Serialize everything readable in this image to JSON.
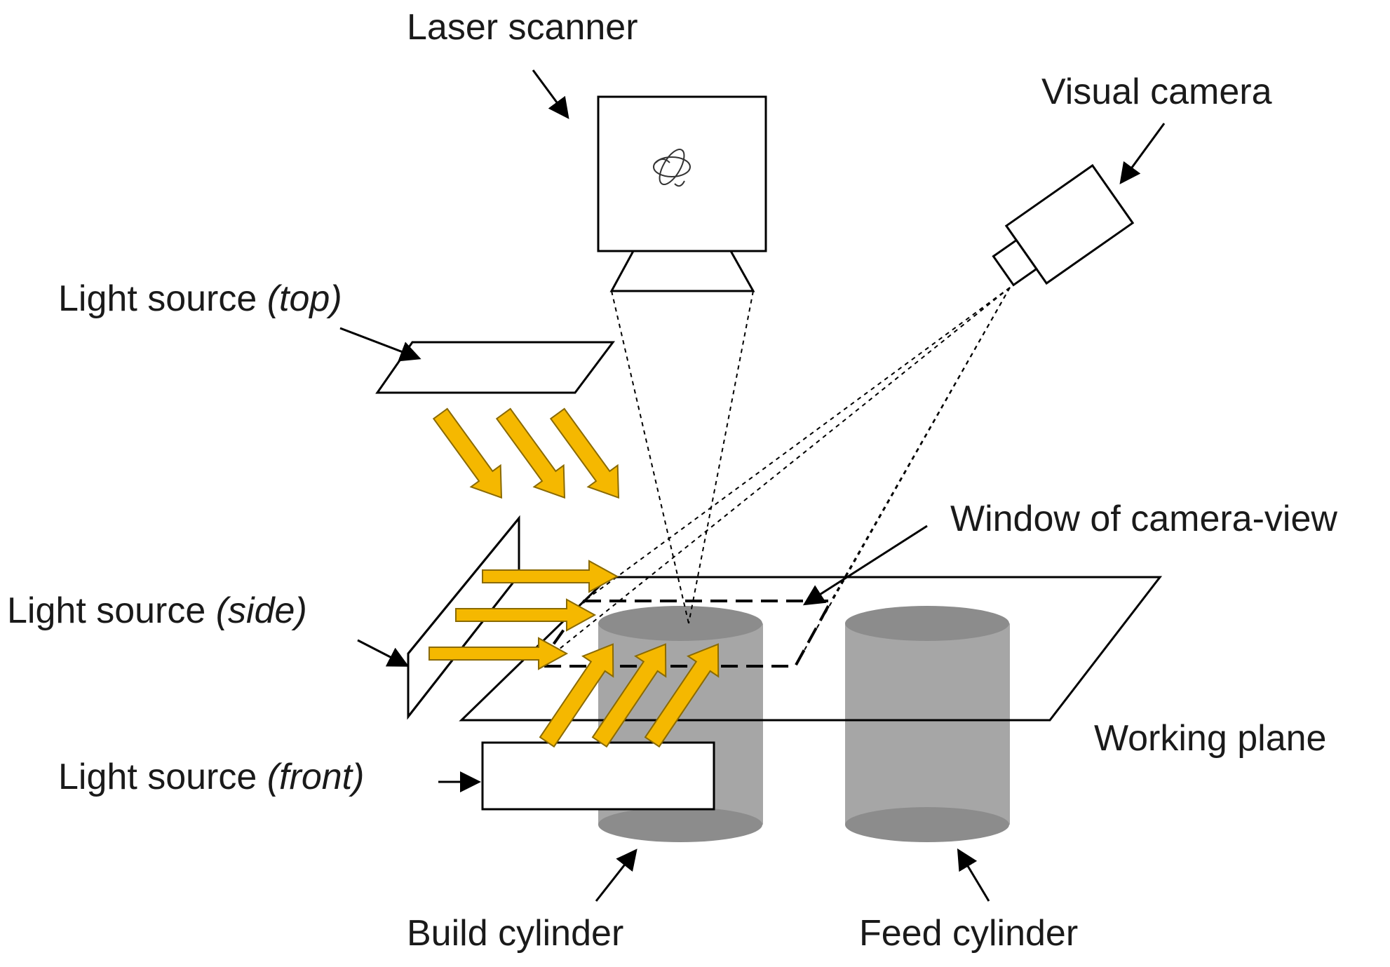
{
  "labels": {
    "laser_scanner": "Laser scanner",
    "visual_camera": "Visual camera",
    "light_source_top": "Light source ",
    "light_source_top_qualifier": "(top)",
    "light_source_side": "Light source ",
    "light_source_side_qualifier": "(side)",
    "light_source_front": "Light source ",
    "light_source_front_qualifier": "(front)",
    "window_of_camera_view": "Window of camera-view",
    "working_plane": "Working plane",
    "build_cylinder": "Build cylinder",
    "feed_cylinder": "Feed cylinder"
  },
  "colors": {
    "stroke": "#000000",
    "light_arrow_fill": "#f5b800",
    "light_arrow_stroke": "#8a6a00",
    "cylinder_body": "#a6a6a6",
    "cylinder_cap": "#8c8c8c",
    "text": "#1a1a1a"
  }
}
